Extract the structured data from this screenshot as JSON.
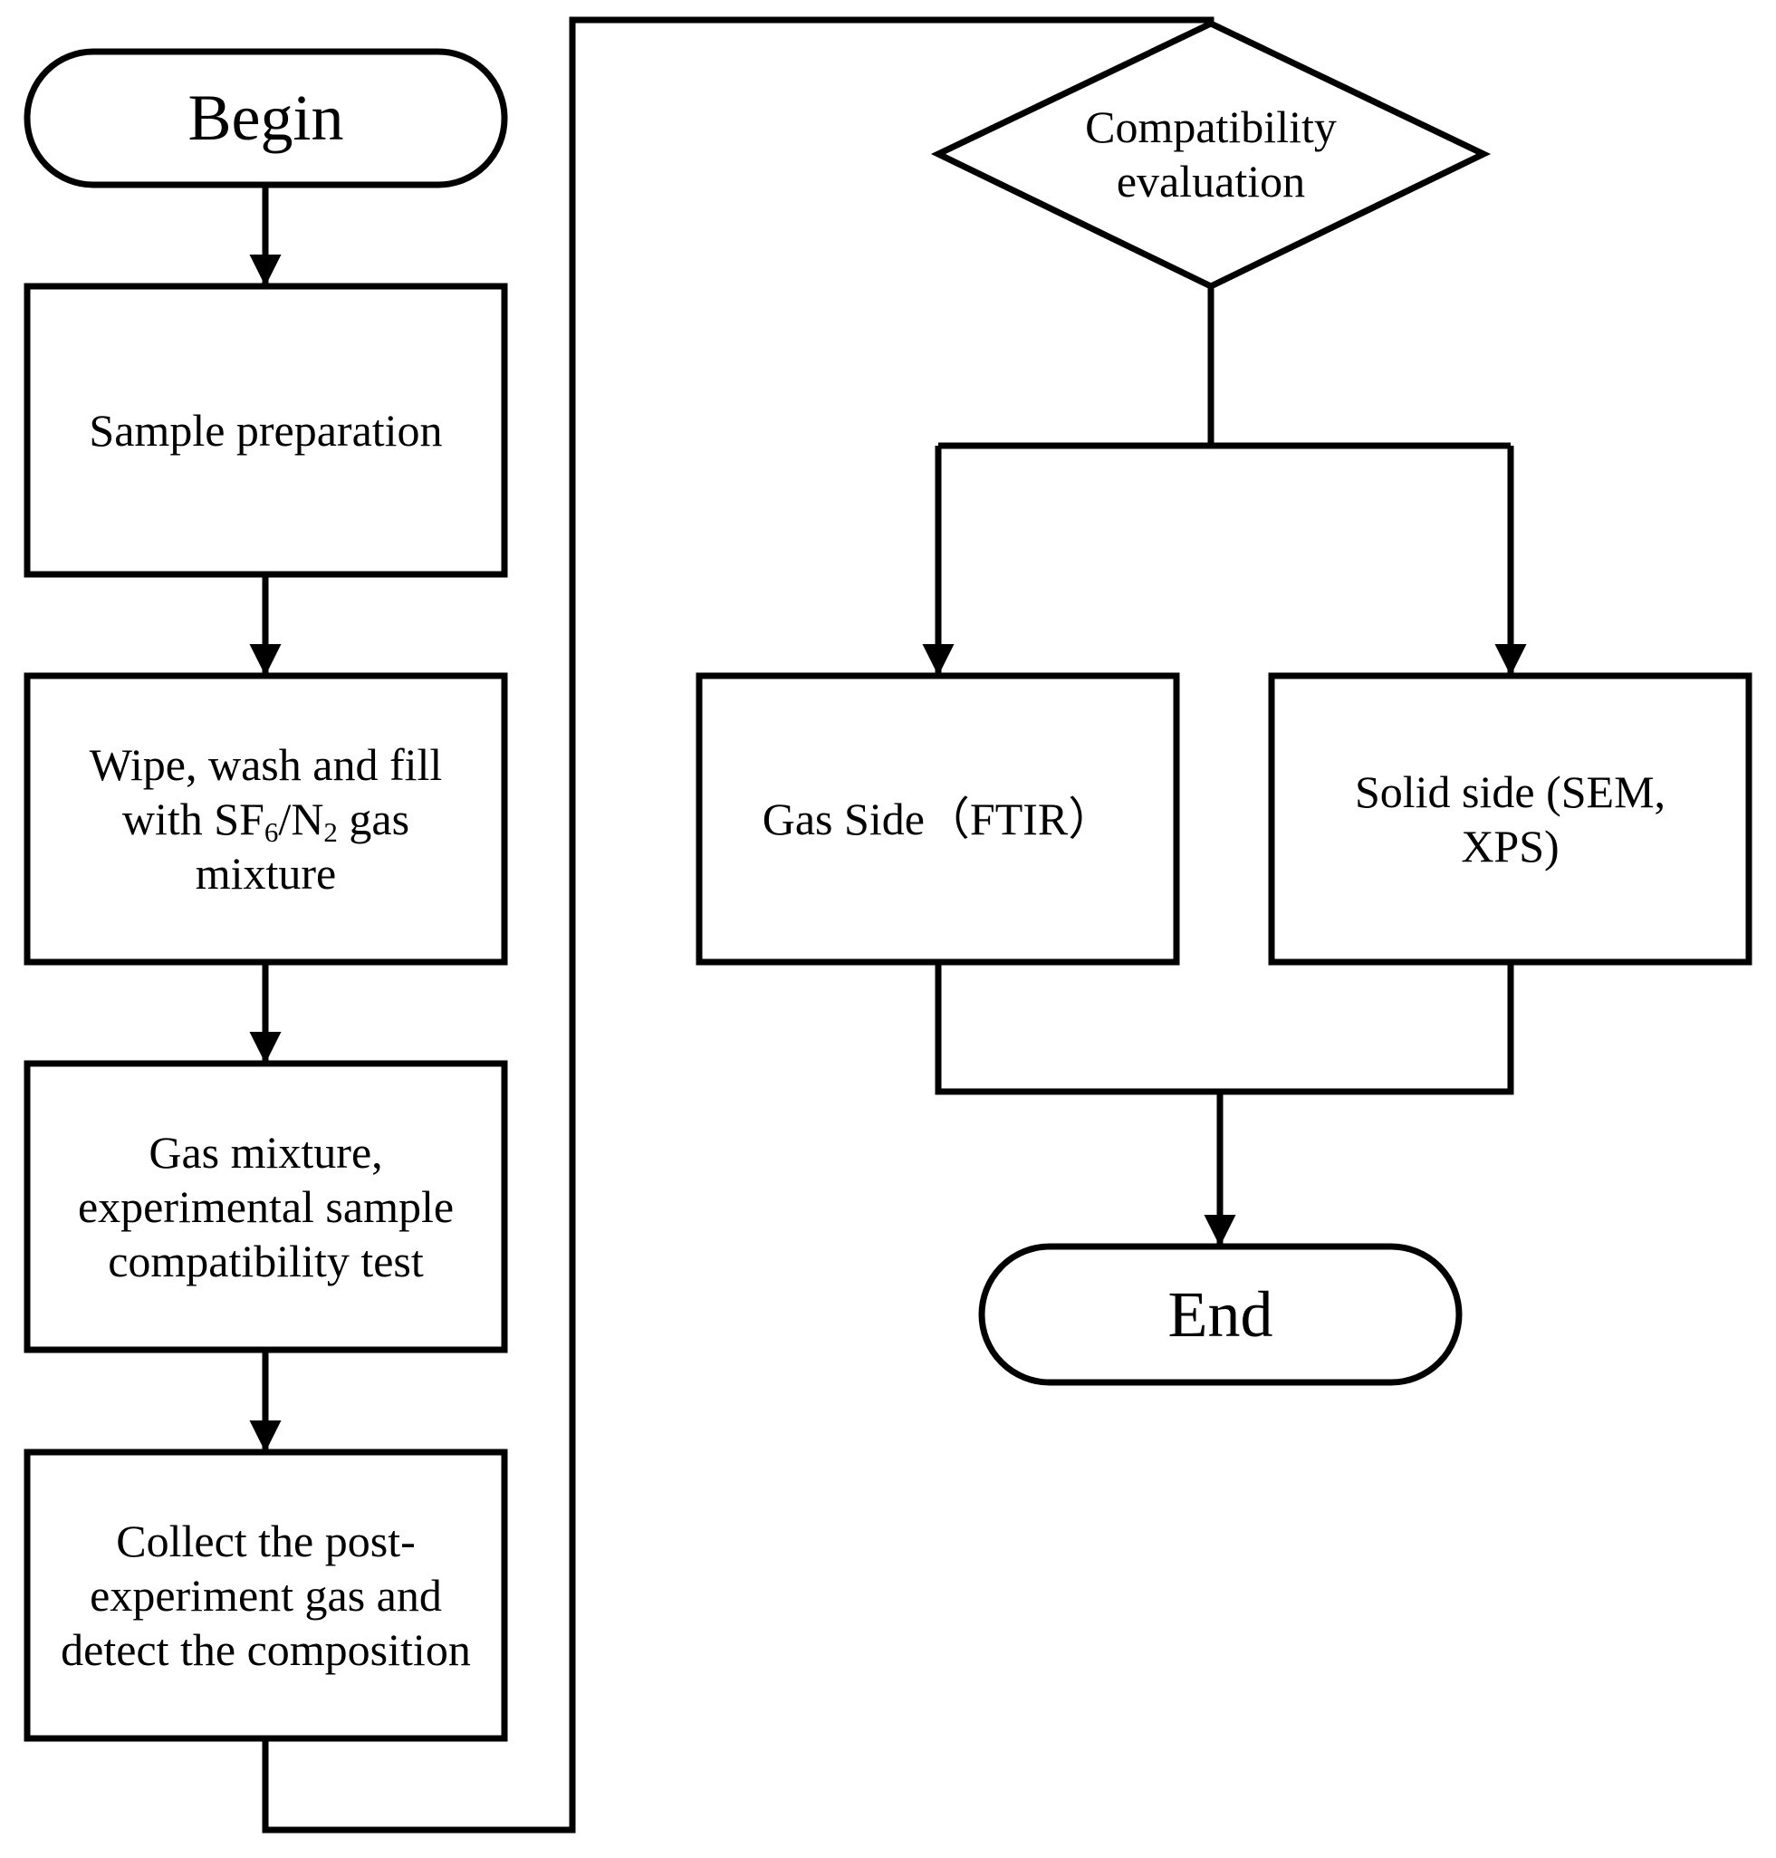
{
  "diagram": {
    "begin": "Begin",
    "end": "End",
    "steps": {
      "sample_preparation": "Sample preparation",
      "wipe_line1": "Wipe, wash and fill",
      "wipe_line2_pre": "with SF",
      "wipe_sub1": "6",
      "wipe_line2_mid": "/N",
      "wipe_sub2": "2",
      "wipe_line2_post": " gas",
      "wipe_line3": "mixture",
      "compat_line1": "Gas mixture,",
      "compat_line2": "experimental sample",
      "compat_line3": "compatibility test",
      "collect_line1": "Collect the post-",
      "collect_line2": "experiment gas and",
      "collect_line3": "detect the composition"
    },
    "decision": {
      "line1": "Compatibility",
      "line2": "evaluation"
    },
    "branches": {
      "gas_side": "Gas Side（FTIR）",
      "solid_line1": "Solid side (SEM,",
      "solid_line2": "XPS)"
    }
  }
}
